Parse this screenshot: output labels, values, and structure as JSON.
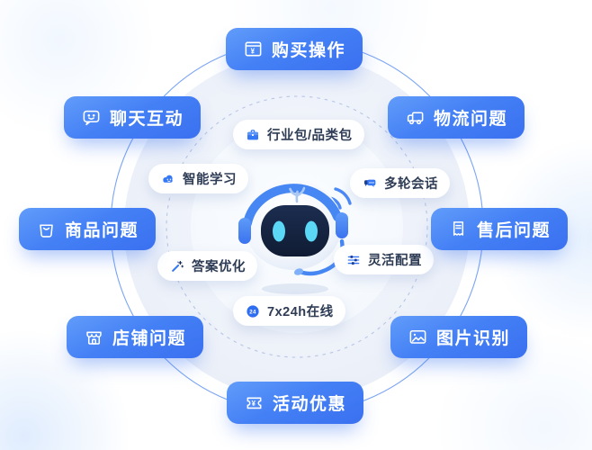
{
  "colors": {
    "button_gradient_start": "#619cfa",
    "button_gradient_end": "#3a70f0",
    "button_text": "#ffffff",
    "pill_bg": "#ffffff",
    "pill_text": "#2e3c55",
    "icon_blue": "#3478f6",
    "icon_navy": "#1d3f9e",
    "ring_solid": "#4e86f2",
    "ring_dashed": "#b8c6e6",
    "robot_face": "#152440",
    "robot_eyes": "#5ad8f6",
    "robot_headset": "#4787f3"
  },
  "icon_glyphs": {
    "yuan": "¥",
    "badge_24": "24"
  },
  "center": {
    "mascot": "service-robot-mascot"
  },
  "outer_buttons": [
    {
      "id": "buy-actions",
      "label": "购买操作",
      "icon": "yen-board-icon",
      "pos": "top-center"
    },
    {
      "id": "chat-interaction",
      "label": "聊天互动",
      "icon": "chat-smiley-icon",
      "pos": "upper-left"
    },
    {
      "id": "logistics-issues",
      "label": "物流问题",
      "icon": "truck-icon",
      "pos": "upper-right"
    },
    {
      "id": "product-issues",
      "label": "商品问题",
      "icon": "shopping-bag-icon",
      "pos": "left"
    },
    {
      "id": "after-sales-issues",
      "label": "售后问题",
      "icon": "receipt-icon",
      "pos": "right"
    },
    {
      "id": "shop-issues",
      "label": "店铺问题",
      "icon": "storefront-icon",
      "pos": "lower-left"
    },
    {
      "id": "image-recognition",
      "label": "图片识别",
      "icon": "picture-icon",
      "pos": "lower-right"
    },
    {
      "id": "promotions",
      "label": "活动优惠",
      "icon": "coupon-icon",
      "pos": "bottom-center"
    }
  ],
  "inner_features": [
    {
      "id": "industry-pack",
      "label": "行业包/品类包",
      "icon": "briefcase-icon"
    },
    {
      "id": "smart-learning",
      "label": "智能学习",
      "icon": "cloud-bot-icon"
    },
    {
      "id": "multi-turn-dialog",
      "label": "多轮会话",
      "icon": "chat-bubbles-icon"
    },
    {
      "id": "answer-optimization",
      "label": "答案优化",
      "icon": "magic-wand-icon"
    },
    {
      "id": "flexible-config",
      "label": "灵活配置",
      "icon": "sliders-icon"
    },
    {
      "id": "online-7x24",
      "label": "7x24h在线",
      "icon": "badge-24-icon"
    }
  ]
}
